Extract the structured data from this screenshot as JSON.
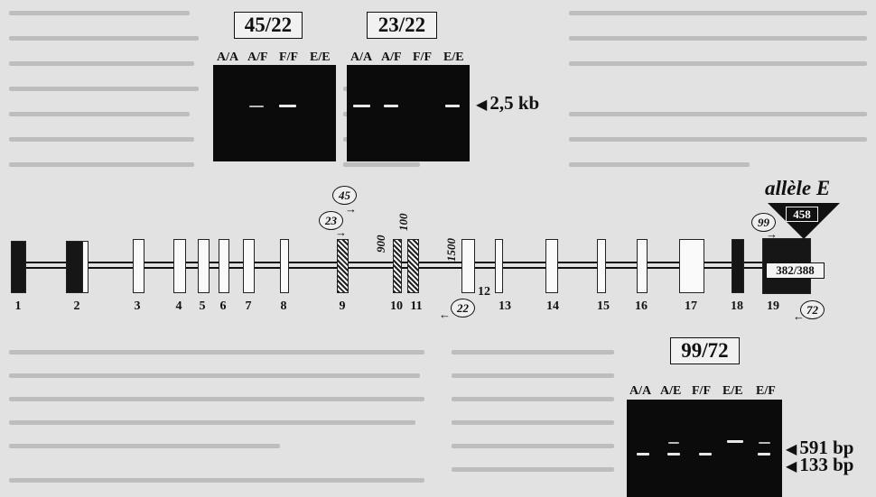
{
  "colors": {
    "background": "#e2e2e2",
    "gel": "#0b0b0b",
    "band": "#e8e8e8",
    "exon_dark": "#161616"
  },
  "gels": {
    "g45_22": {
      "label": "45/22",
      "lanes": [
        "A/A",
        "A/F",
        "F/F",
        "E/E"
      ]
    },
    "g23_22": {
      "label": "23/22",
      "lanes": [
        "A/A",
        "A/F",
        "F/F",
        "E/E"
      ]
    },
    "g99_72": {
      "label": "99/72",
      "lanes": [
        "A/A",
        "A/E",
        "F/F",
        "E/E",
        "E/F"
      ]
    }
  },
  "markers": {
    "kb25": "2,5 kb",
    "bp591": "591 bp",
    "bp133": "133 bp"
  },
  "exons": [
    "1",
    "2",
    "3",
    "4",
    "5",
    "6",
    "7",
    "8",
    "9",
    "10",
    "11",
    "12",
    "13",
    "14",
    "15",
    "16",
    "17",
    "18",
    "19"
  ],
  "intron_sizes": {
    "i900": "900",
    "i100": "100",
    "i1500": "1500"
  },
  "primers": {
    "p45": "45",
    "p23": "23",
    "p22": "22",
    "p99": "99",
    "p72": "72"
  },
  "allele": {
    "title": "allèle E",
    "insert": "458",
    "exon19_label": "382/388"
  }
}
